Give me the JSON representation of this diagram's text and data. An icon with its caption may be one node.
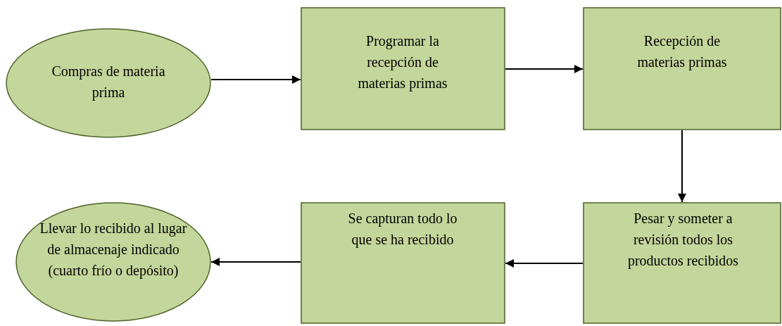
{
  "diagram": {
    "nodes": [
      {
        "text": [
          "Compras de materia prima"
        ]
      },
      {
        "text": [
          "Programar la recepción de materias primas"
        ]
      },
      {
        "text": [
          "Recepción de materias primas"
        ]
      },
      {
        "text": [
          "Pesar y someter a revisión todos los productos recibidos"
        ]
      },
      {
        "text": [
          "Se capturan todo lo que se ha recibido"
        ]
      },
      {
        "text": [
          "Llevar lo recibido al lugar de almacenaje indicado (cuarto frío o depósito)"
        ]
      }
    ],
    "edges": [
      {
        "from": 0,
        "to": 1,
        "arrow": "to"
      },
      {
        "from": 1,
        "to": 2,
        "arrow": "to"
      },
      {
        "from": 2,
        "to": 3,
        "arrow": "to"
      },
      {
        "from": 3,
        "to": 4,
        "arrow": "to"
      },
      {
        "from": 4,
        "to": 5,
        "arrow": "to"
      }
    ]
  }
}
